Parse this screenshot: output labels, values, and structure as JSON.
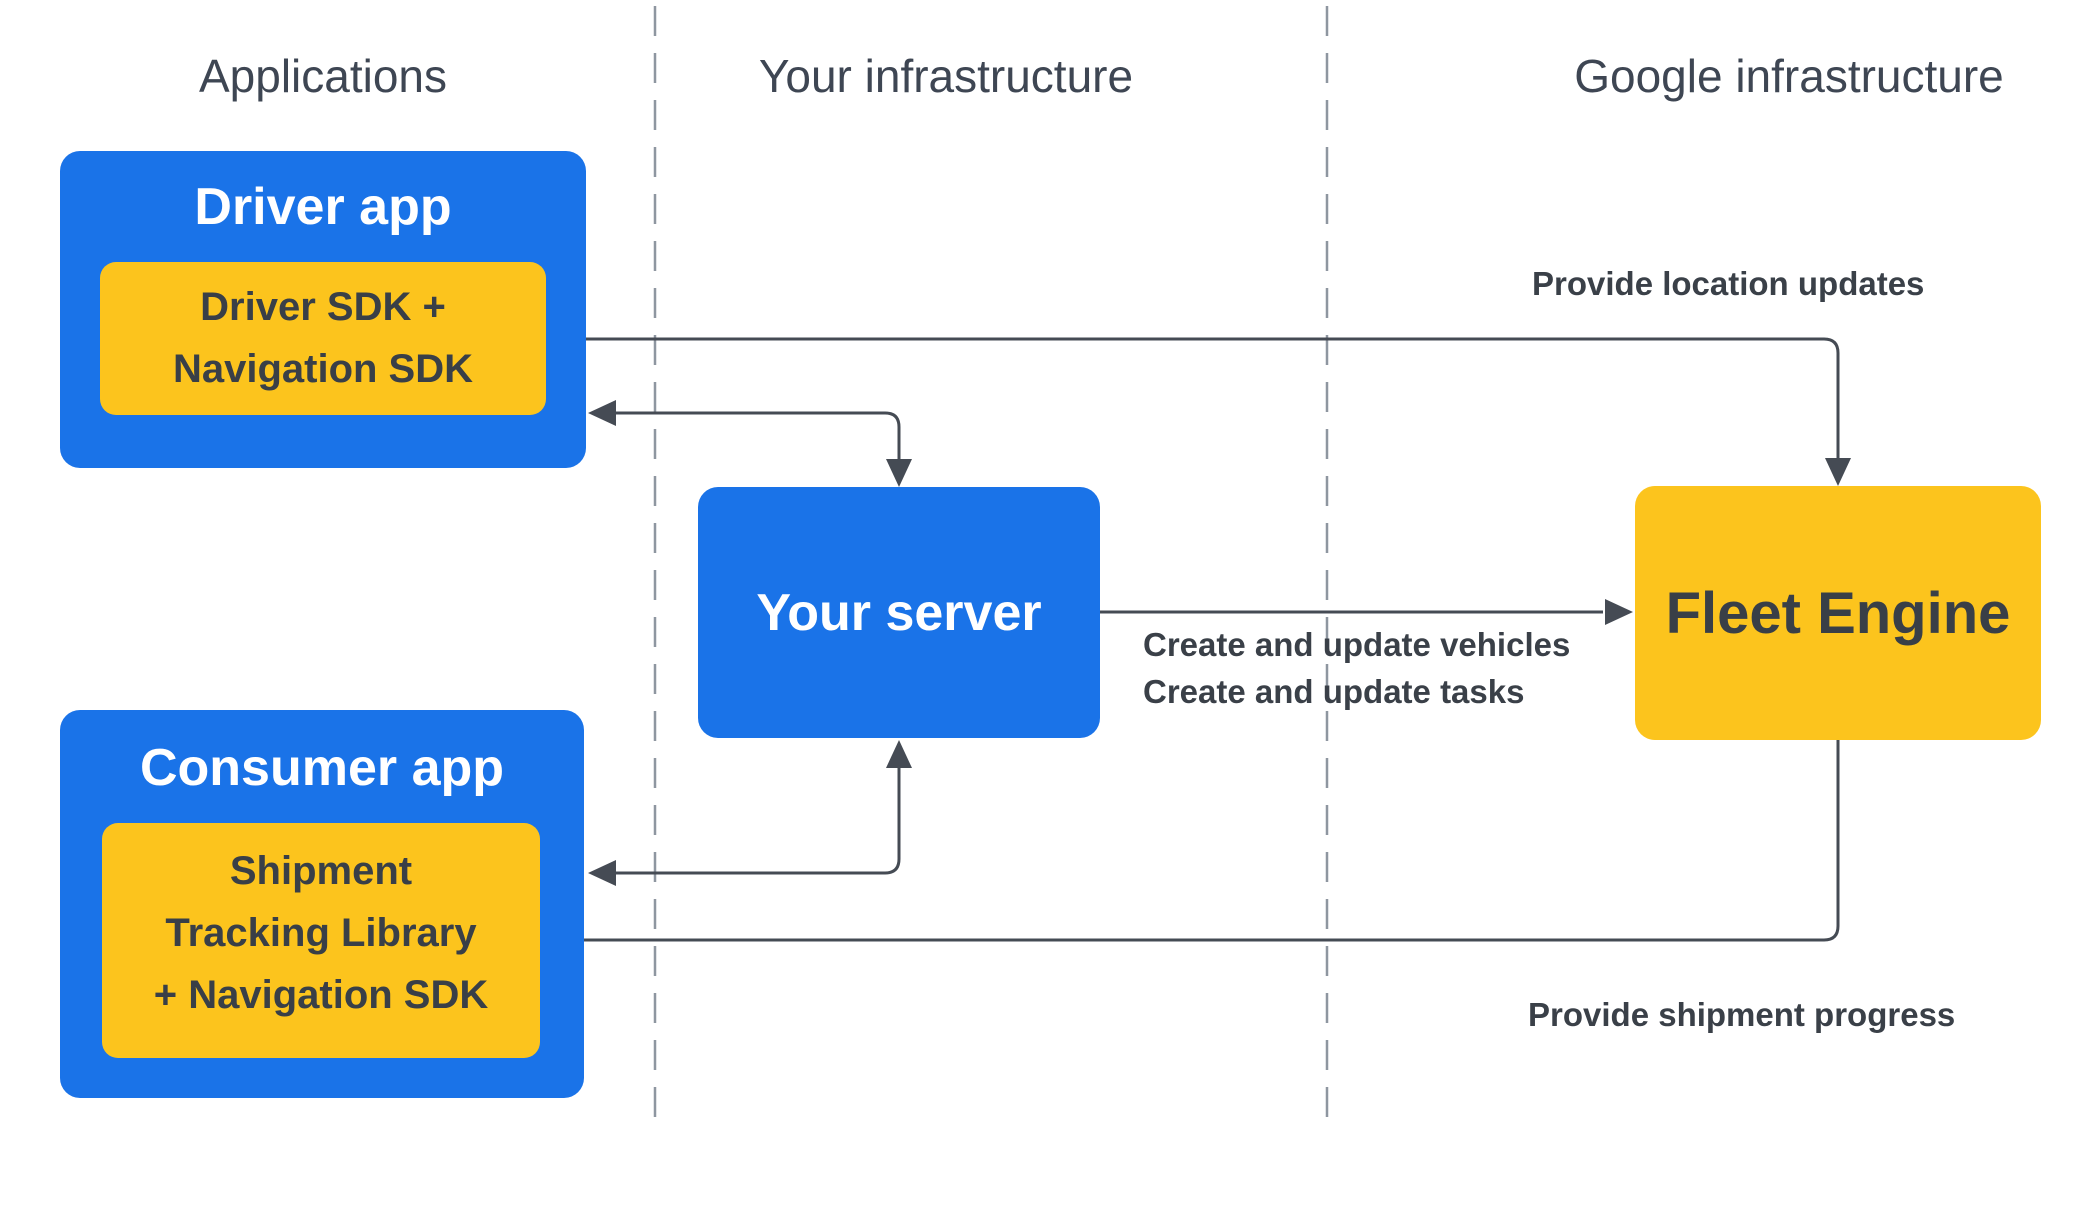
{
  "diagram": {
    "columns": [
      {
        "label": "Applications"
      },
      {
        "label": "Your infrastructure"
      },
      {
        "label": "Google infrastructure"
      }
    ],
    "nodes": {
      "driver_app": {
        "title": "Driver app",
        "sdk": {
          "lines": [
            "Driver SDK +",
            "Navigation SDK"
          ]
        }
      },
      "your_server": {
        "title": "Your server"
      },
      "fleet_engine": {
        "title": "Fleet Engine"
      },
      "consumer_app": {
        "title": "Consumer app",
        "sdk": {
          "lines": [
            "Shipment",
            "Tracking Library",
            "+ Navigation SDK"
          ]
        }
      }
    },
    "edge_labels": {
      "location_updates": "Provide location updates",
      "create_update_lines": [
        "Create and update vehicles",
        "Create and update tasks"
      ],
      "shipment_progress": "Provide shipment progress"
    },
    "colors": {
      "node_blue": "#1a73e8",
      "node_yellow": "#fcc41d",
      "text_on_blue": "#ffffff",
      "ink_text": "#393f47",
      "connector": "#454b54",
      "divider_gray": "#8e96a0",
      "header_gray": "#3e4653",
      "background": "#ffffff"
    }
  }
}
